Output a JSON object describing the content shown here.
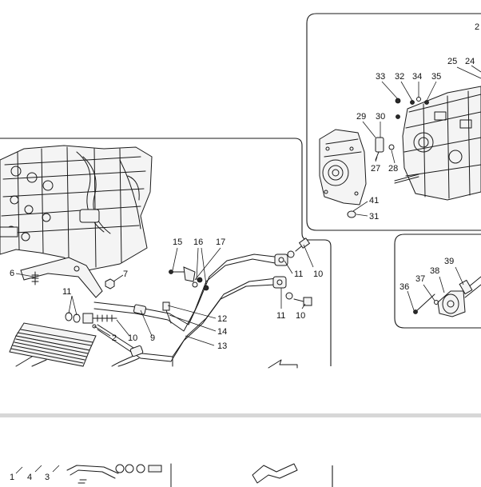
{
  "callouts_main": [
    {
      "id": "c6",
      "label": "6"
    },
    {
      "id": "c7",
      "label": "7"
    },
    {
      "id": "c11a",
      "label": "11"
    },
    {
      "id": "c2",
      "label": "2"
    },
    {
      "id": "c10a",
      "label": "10"
    },
    {
      "id": "c9",
      "label": "9"
    },
    {
      "id": "c15",
      "label": "15"
    },
    {
      "id": "c16",
      "label": "16"
    },
    {
      "id": "c17",
      "label": "17"
    },
    {
      "id": "c12",
      "label": "12"
    },
    {
      "id": "c14",
      "label": "14"
    },
    {
      "id": "c13",
      "label": "13"
    },
    {
      "id": "c11b",
      "label": "11"
    },
    {
      "id": "c10b",
      "label": "10"
    },
    {
      "id": "c11c",
      "label": "11"
    },
    {
      "id": "c10c",
      "label": "10"
    }
  ],
  "callouts_gearbox": [
    {
      "id": "g2",
      "label": "2"
    },
    {
      "id": "g25",
      "label": "25"
    },
    {
      "id": "g24",
      "label": "24"
    },
    {
      "id": "g33",
      "label": "33"
    },
    {
      "id": "g32",
      "label": "32"
    },
    {
      "id": "g34",
      "label": "34"
    },
    {
      "id": "g35",
      "label": "35"
    },
    {
      "id": "g29",
      "label": "29"
    },
    {
      "id": "g30",
      "label": "30"
    },
    {
      "id": "g27",
      "label": "27"
    },
    {
      "id": "g28",
      "label": "28"
    },
    {
      "id": "g41",
      "label": "41"
    },
    {
      "id": "g31",
      "label": "31"
    }
  ],
  "callouts_shaft": [
    {
      "id": "s36",
      "label": "36"
    },
    {
      "id": "s37",
      "label": "37"
    },
    {
      "id": "s38",
      "label": "38"
    },
    {
      "id": "s39",
      "label": "39"
    }
  ],
  "callouts_bottom": [
    {
      "id": "b1",
      "label": "1"
    },
    {
      "id": "b4",
      "label": "4"
    },
    {
      "id": "b3",
      "label": "3"
    }
  ]
}
